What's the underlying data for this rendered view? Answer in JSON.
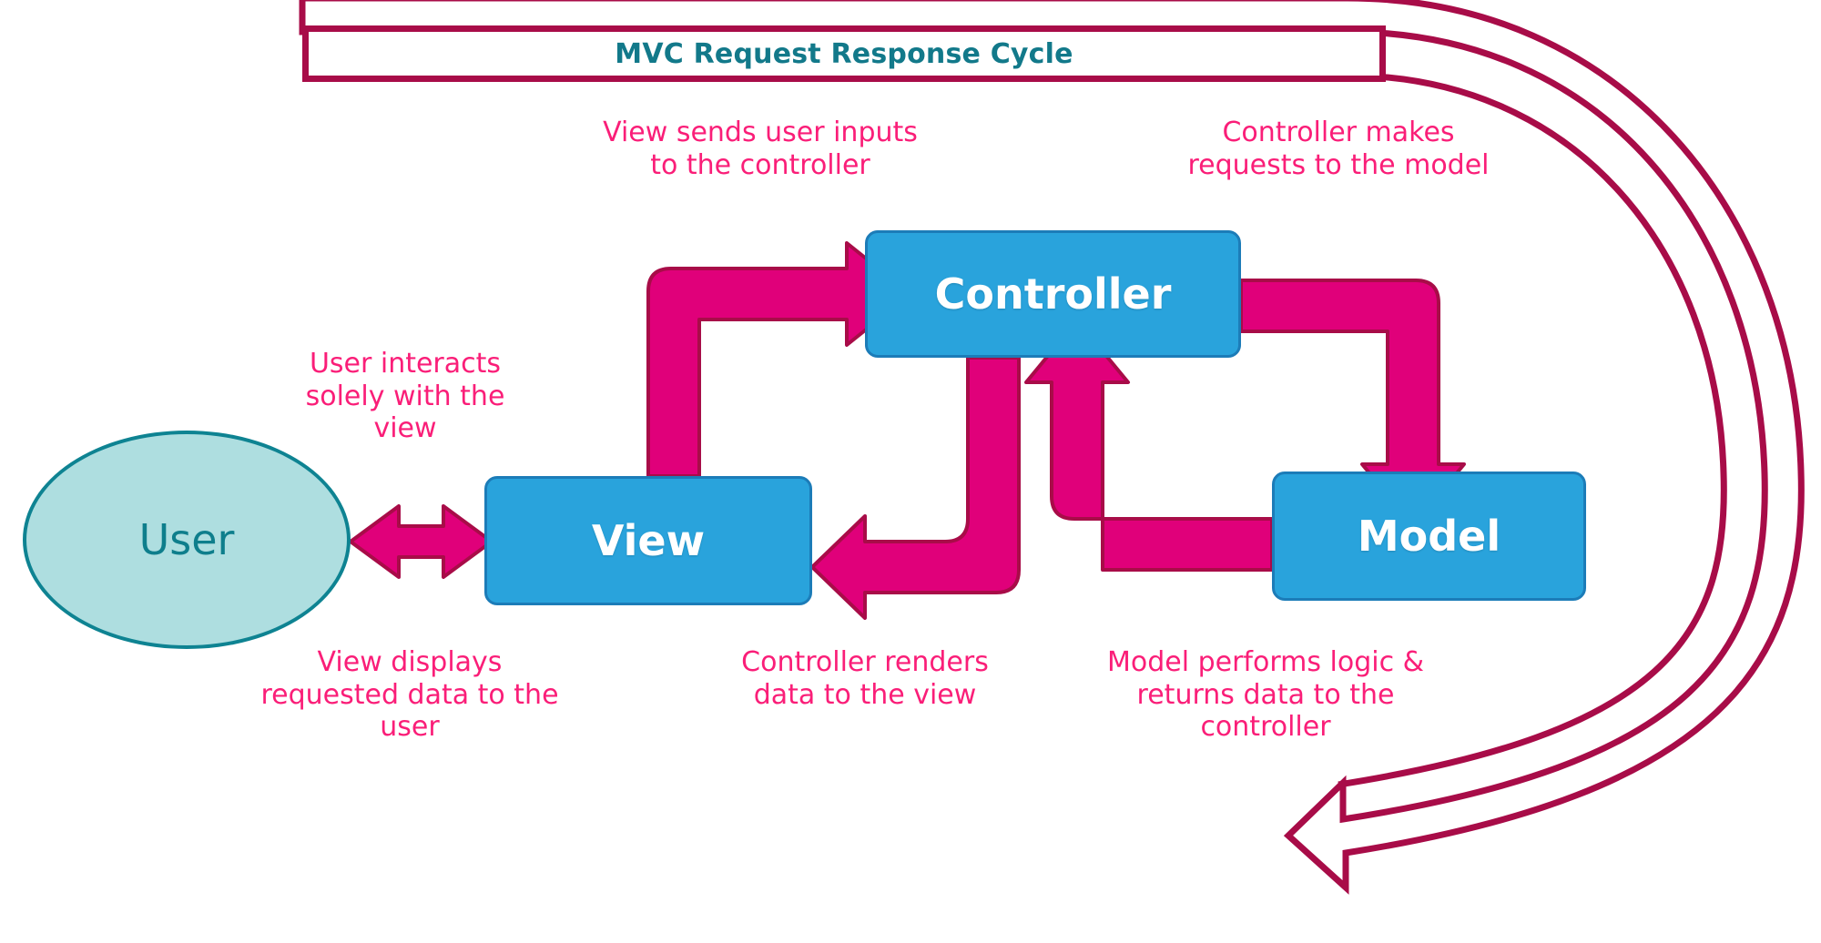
{
  "diagram": {
    "title": "MVC Request Response Cycle",
    "type": "flow-diagram"
  },
  "nodes": {
    "user": "User",
    "view": "View",
    "controller": "Controller",
    "model": "Model"
  },
  "annotations": {
    "view_sends": "View sends user inputs to the controller",
    "controller_makes": "Controller makes requests to the model",
    "user_interacts": "User interacts solely with the view",
    "view_displays": "View displays requested data to the user",
    "controller_renders": "Controller renders data to the view",
    "model_performs": "Model performs logic & returns data to the controller"
  },
  "colors": {
    "title_border": "#A80C48",
    "title_text": "#12798A",
    "box_fill": "#29A3DC",
    "box_border": "#1C7CB8",
    "box_text": "#FFFFFF",
    "ellipse_fill": "#AEDEE0",
    "ellipse_border": "#0E8392",
    "ellipse_text": "#0E7E8C",
    "arrow_fill": "#E0007A",
    "arrow_stroke": "#A80C48",
    "label_text": "#FA1E78",
    "background": "#FFFFFF"
  },
  "edges": [
    {
      "from": "user",
      "to": "view",
      "style": "double-headed",
      "label": "user_interacts"
    },
    {
      "from": "view",
      "to": "controller",
      "style": "elbow-up-right",
      "label": "view_sends"
    },
    {
      "from": "controller",
      "to": "model",
      "style": "elbow-right-down",
      "label": "controller_makes"
    },
    {
      "from": "model",
      "to": "controller",
      "style": "elbow-left-up",
      "label": "model_performs"
    },
    {
      "from": "controller",
      "to": "view",
      "style": "elbow-down-left",
      "label": "controller_renders"
    },
    {
      "from": "title",
      "to": "view",
      "style": "big-outlined-curve",
      "label": ""
    }
  ]
}
